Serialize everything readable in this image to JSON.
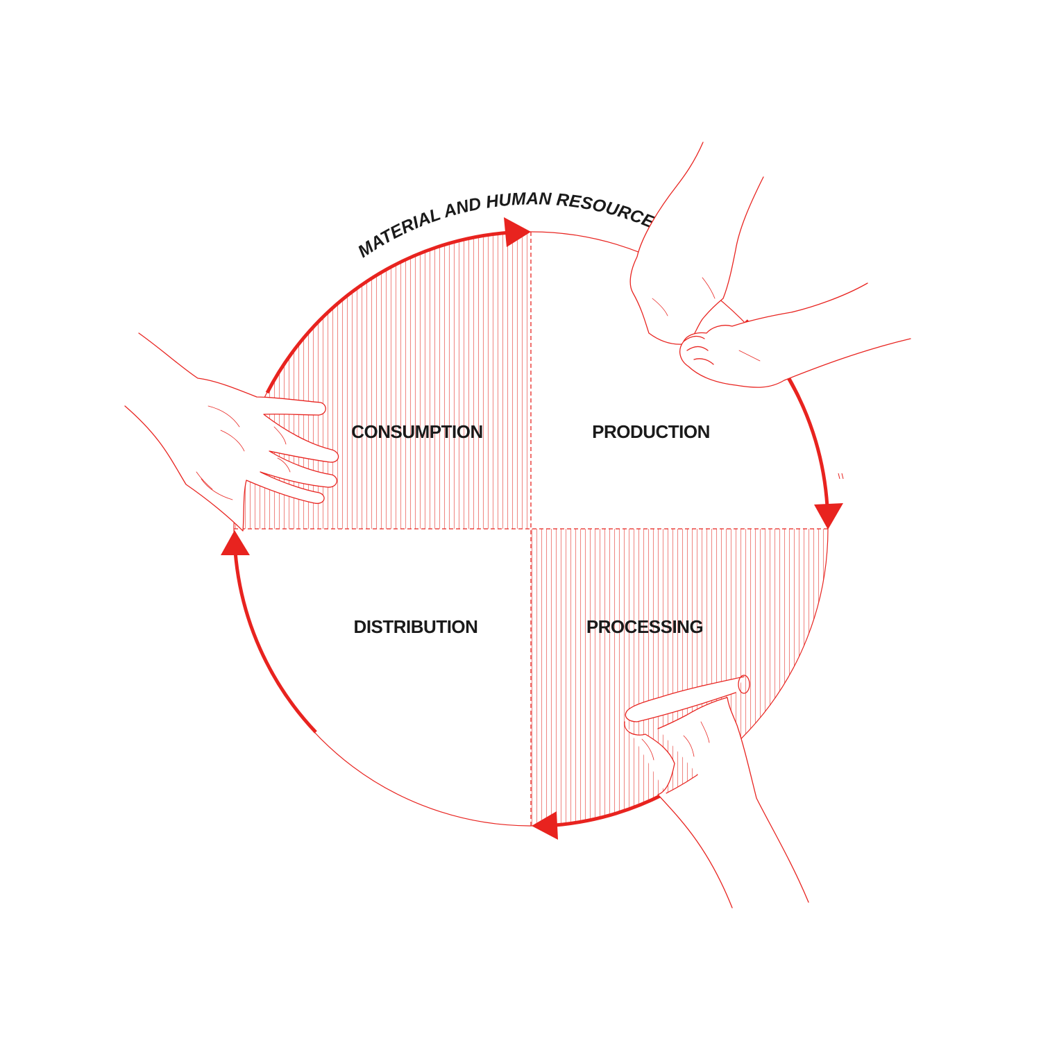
{
  "diagram": {
    "cycle_label": "MATERIAL AND HUMAN RESOURCES",
    "quadrants": {
      "consumption": "CONSUMPTION",
      "production": "PRODUCTION",
      "processing": "PROCESSING",
      "distribution": "DISTRIBUTION"
    },
    "colors": {
      "accent": "#e8231f",
      "hatch": "#f08a86",
      "text": "#1a1a1a",
      "background": "#ffffff"
    },
    "hatched_quadrants": [
      "consumption",
      "processing"
    ],
    "arrow_direction": "clockwise",
    "illustrations": [
      "hand-consumption",
      "hands-production",
      "hand-processing-with-tube"
    ]
  }
}
